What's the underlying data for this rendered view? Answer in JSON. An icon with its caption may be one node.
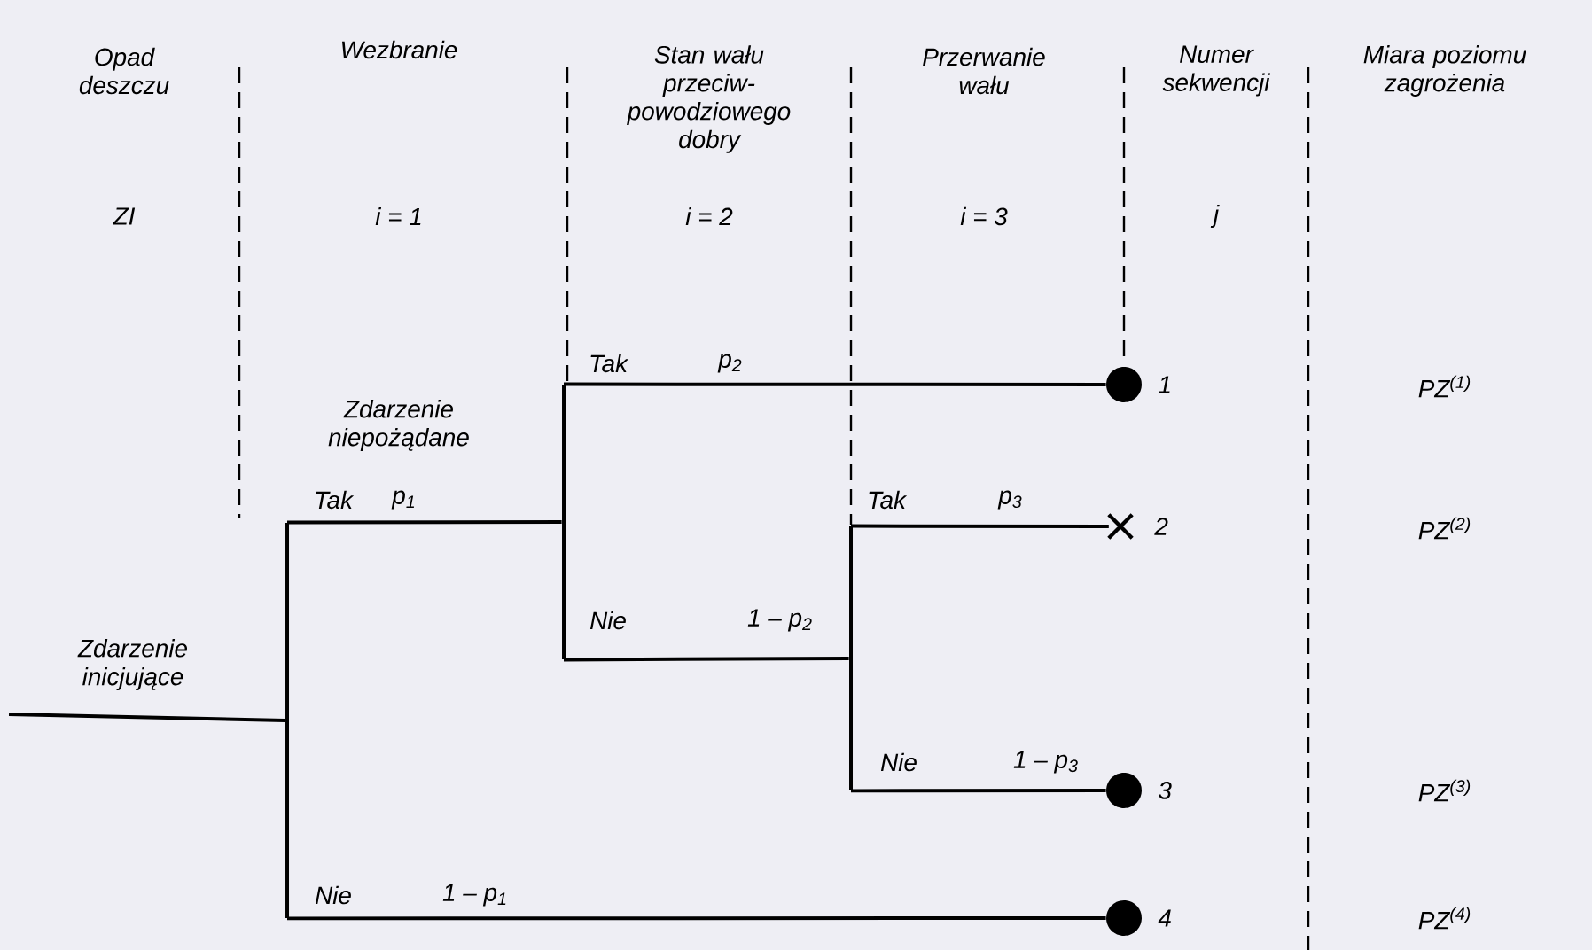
{
  "diagram": {
    "nodes": [
      {
        "text": [],
        "shape": "bar"
      },
      {
        "text": [],
        "shape": "bar"
      },
      {
        "text": [],
        "shape": "circle",
        "beside": [
          "1"
        ]
      },
      {
        "text": [],
        "shape": "bar"
      },
      {
        "text": [],
        "shape": "cross",
        "beside": [
          "2"
        ]
      },
      {
        "text": [],
        "shape": "circle",
        "beside": [
          "3"
        ]
      },
      {
        "text": [],
        "shape": "circle",
        "beside": [
          "4"
        ]
      }
    ],
    "edges": [
      {
        "from": null,
        "to": 0,
        "arrow": "none"
      },
      {
        "from": 0,
        "to": 1,
        "arrow": "none"
      },
      {
        "from": 1,
        "to": 2,
        "arrow": "none"
      },
      {
        "from": 1,
        "to": 3,
        "arrow": "none"
      },
      {
        "from": 3,
        "to": 4,
        "arrow": "none"
      },
      {
        "from": 3,
        "to": 5,
        "arrow": "none"
      },
      {
        "from": 0,
        "to": 6,
        "arrow": "none"
      }
    ],
    "labels": [
      "Opad deszczu",
      "Wezbranie",
      "Stan wału przeciw- powodziowego dobry",
      "Przerwanie wału",
      "Numer sekwencji",
      "Miara poziomu zagrożenia",
      "ZI",
      "i = 1",
      "i = 2",
      "i = 3",
      "j",
      "Zdarzenie niepożądane",
      "Tak",
      "p$_{2}$",
      "PZ$^{(1)}$",
      "Tak",
      "p$_{1}$",
      "Tak",
      "p$_{3}$",
      "PZ$^{(2)}$",
      "Nie",
      "1 – p$_{2}$",
      "Zdarzenie inicjujące",
      "Nie",
      "1 – p$_{3}$",
      "PZ$^{(3)}$",
      "Nie",
      "1 – p$_{1}$",
      "PZ$^{(4)}$"
    ]
  }
}
